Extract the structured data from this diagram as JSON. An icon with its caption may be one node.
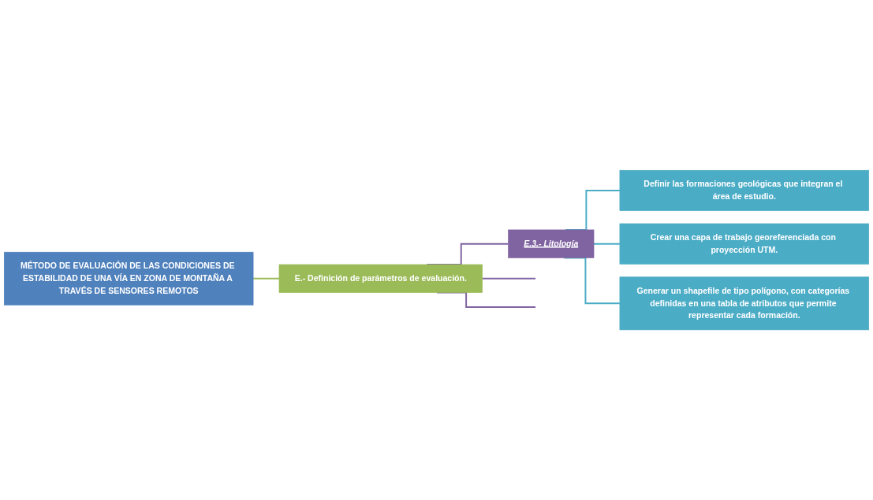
{
  "diagram": {
    "nodes": [
      {
        "text": [
          "MÉTODO DE EVALUACIÓN DE LAS CONDICIONES DE ESTABILIDAD DE UNA VÍA EN ZONA DE MONTAÑA A TRAVÉS DE SENSORES REMOTOS"
        ]
      },
      {
        "text": [
          "E.- Definición de parámetros de evaluación."
        ]
      },
      {
        "text": [
          "E.3.- Litología"
        ]
      },
      {
        "text": [
          "Definir las formaciones geológicas que integran el área de estudio."
        ]
      },
      {
        "text": [
          "Crear una capa de trabajo georeferenciada con proyección UTM."
        ]
      },
      {
        "text": [
          "Generar un shapefile de tipo polígono, con categorías definidas en una tabla de atributos que permite representar cada formación."
        ]
      }
    ],
    "edges": [
      {
        "from": 0,
        "to": 1,
        "arrow": "none",
        "color": "#9bbb59"
      },
      {
        "from": 1,
        "to": null,
        "arrow": "none",
        "color": "#8064a2"
      },
      {
        "from": 1,
        "to": null,
        "arrow": "none",
        "color": "#8064a2"
      },
      {
        "from": 1,
        "to": 2,
        "arrow": "none",
        "color": "#8064a2"
      },
      {
        "from": 2,
        "to": 3,
        "arrow": "none",
        "color": "#4bacc6"
      },
      {
        "from": 2,
        "to": 4,
        "arrow": "none",
        "color": "#4bacc6"
      },
      {
        "from": 2,
        "to": 5,
        "arrow": "none",
        "color": "#4bacc6"
      }
    ]
  }
}
